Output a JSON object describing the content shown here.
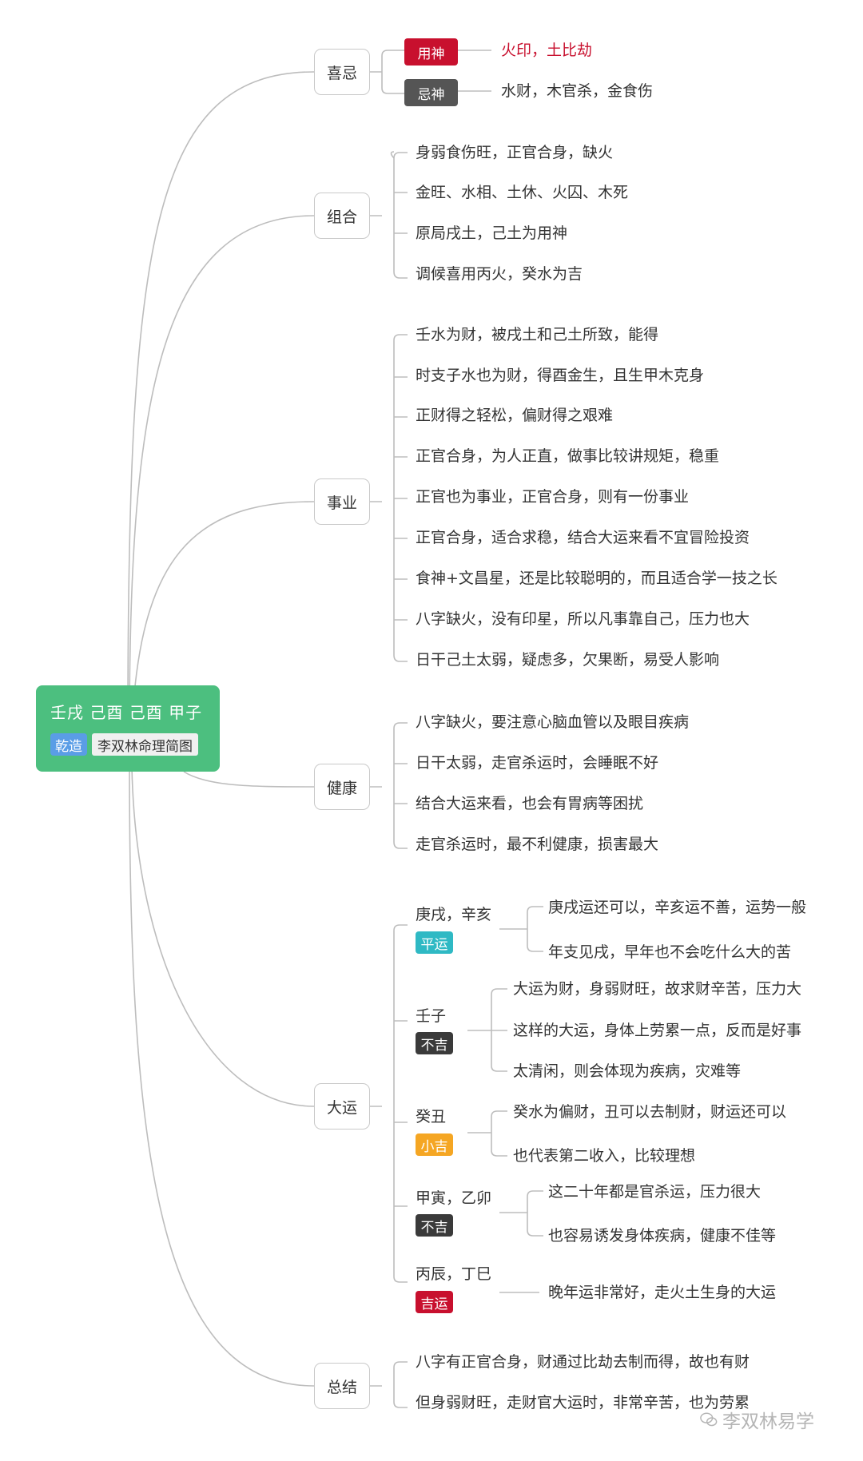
{
  "root": {
    "title": "壬戌 己酉 己酉 甲子",
    "badge": "乾造",
    "tag": "李双林命理简图"
  },
  "xiji": {
    "label": "喜忌",
    "yongshen": {
      "tag": "用神",
      "text": "火印，土比劫",
      "color": "#c8102e"
    },
    "jishen": {
      "tag": "忌神",
      "text": "水财，木官杀，金食伤",
      "color": "#555555"
    }
  },
  "zuhe": {
    "label": "组合",
    "items": [
      "身弱食伤旺，正官合身，缺火",
      "金旺、水相、土休、火囚、木死",
      "原局戌土，己土为用神",
      "调候喜用丙火，癸水为吉"
    ]
  },
  "shiye": {
    "label": "事业",
    "items": [
      "壬水为财，被戌土和己土所致，能得",
      "时支子水也为财，得酉金生，且生甲木克身",
      "正财得之轻松，偏财得之艰难",
      "正官合身，为人正直，做事比较讲规矩，稳重",
      "正官也为事业，正官合身，则有一份事业",
      "正官合身，适合求稳，结合大运来看不宜冒险投资",
      "食神+文昌星，还是比较聪明的，而且适合学一技之长",
      "八字缺火，没有印星，所以凡事靠自己，压力也大",
      "日干己土太弱，疑虑多，欠果断，易受人影响"
    ]
  },
  "jiankang": {
    "label": "健康",
    "items": [
      "八字缺火，要注意心脑血管以及眼目疾病",
      "日干太弱，走官杀运时，会睡眠不好",
      "结合大运来看，也会有胃病等困扰",
      "走官杀运时，最不利健康，损害最大"
    ]
  },
  "dayun": {
    "label": "大运",
    "periods": [
      {
        "name": "庚戌，辛亥",
        "tag": "平运",
        "color": "#2fb9c4",
        "items": [
          "庚戌运还可以，辛亥运不善，运势一般",
          "年支见戌，早年也不会吃什么大的苦"
        ]
      },
      {
        "name": "壬子",
        "tag": "不吉",
        "color": "#3a3a3a",
        "items": [
          "大运为财，身弱财旺，故求财辛苦，压力大",
          "这样的大运，身体上劳累一点，反而是好事",
          "太清闲，则会体现为疾病，灾难等"
        ]
      },
      {
        "name": "癸丑",
        "tag": "小吉",
        "color": "#f5a623",
        "items": [
          "癸水为偏财，丑可以去制财，财运还可以",
          "也代表第二收入，比较理想"
        ]
      },
      {
        "name": "甲寅，乙卯",
        "tag": "不吉",
        "color": "#3a3a3a",
        "items": [
          "这二十年都是官杀运，压力很大",
          "也容易诱发身体疾病，健康不佳等"
        ]
      },
      {
        "name": "丙辰，丁巳",
        "tag": "吉运",
        "color": "#c8102e",
        "items": [
          "晚年运非常好，走火土生身的大运"
        ]
      }
    ]
  },
  "zongjie": {
    "label": "总结",
    "items": [
      "八字有正官合身，财通过比劫去制而得，故也有财",
      "但身弱财旺，走财官大运时，非常辛苦，也为劳累"
    ]
  },
  "watermark": "李双林易学",
  "colors": {
    "root": "#4cbf7f",
    "badge": "#5a9de6",
    "line": "#bdbdbd"
  }
}
